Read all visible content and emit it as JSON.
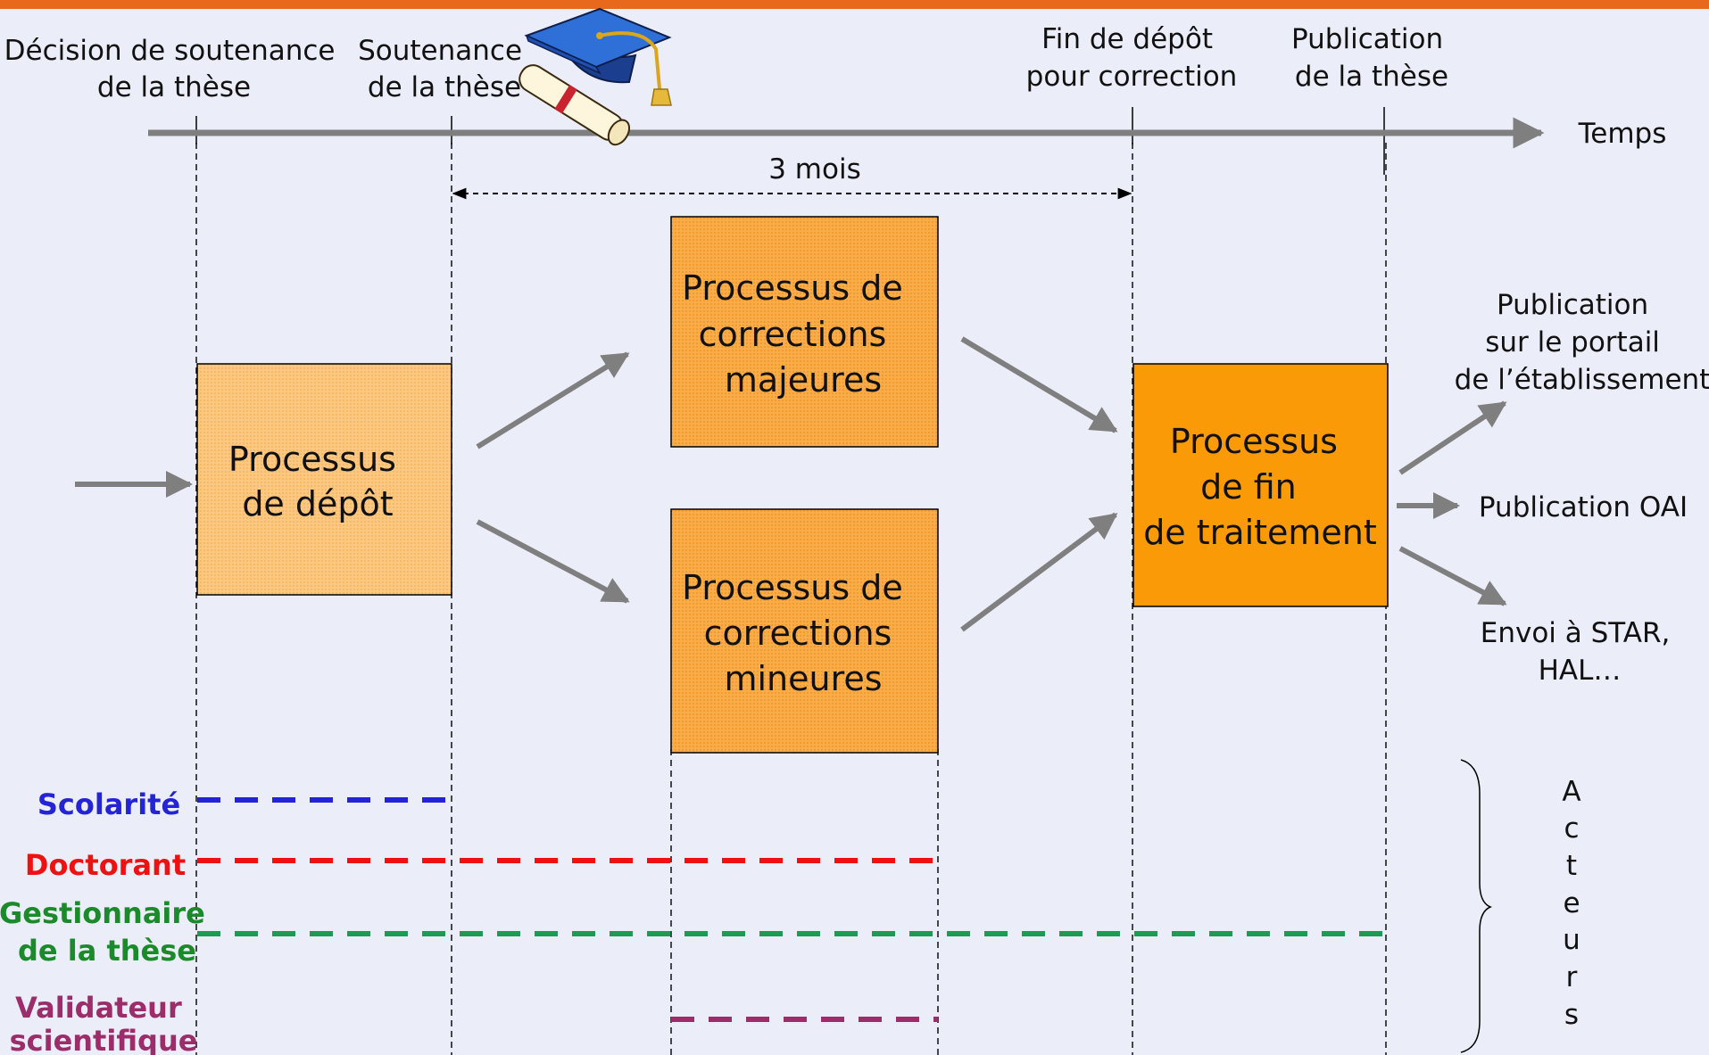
{
  "timeline": {
    "time_label": "Temps",
    "events": [
      {
        "lines": [
          "Décision de soutenance",
          "de la thèse"
        ]
      },
      {
        "lines": [
          "Soutenance",
          "de la thèse"
        ]
      },
      {
        "lines": [
          "Fin de dépôt",
          "pour correction"
        ]
      },
      {
        "lines": [
          "Publication",
          "de la thèse"
        ]
      }
    ],
    "duration_label": "3 mois"
  },
  "processes": {
    "depot": {
      "lines": [
        "Processus",
        "de dépôt"
      ]
    },
    "majeures": {
      "lines": [
        "Processus de",
        "corrections",
        "majeures"
      ]
    },
    "mineures": {
      "lines": [
        "Processus de",
        "corrections",
        "mineures"
      ]
    },
    "fin": {
      "lines": [
        "Processus",
        "de fin",
        "de traitement"
      ]
    }
  },
  "outputs": [
    {
      "lines": [
        "Publication",
        "sur le portail",
        "de l’établissement"
      ]
    },
    {
      "lines": [
        "Publication OAI"
      ]
    },
    {
      "lines": [
        "Envoi à STAR,",
        "HAL…"
      ]
    }
  ],
  "actors": {
    "title_letters": [
      "A",
      "c",
      "t",
      "e",
      "u",
      "r",
      "s"
    ],
    "items": [
      {
        "lines": [
          "Scolarité"
        ],
        "color": "#2424d6"
      },
      {
        "lines": [
          "Doctorant"
        ],
        "color": "#ee1111"
      },
      {
        "lines": [
          "Gestionnaire",
          "de la thèse"
        ],
        "color": "#1a8a2a"
      },
      {
        "lines": [
          "Validateur",
          "scientifique"
        ],
        "color": "#9a2d6a"
      }
    ]
  },
  "colors": {
    "header_bar": "#e8691c",
    "background": "#ebedf8",
    "light_orange": "#fbc57a",
    "mid_orange": "#f7a63c",
    "dark_orange": "#f99a06",
    "arrow_gray": "#7f7f7f"
  }
}
